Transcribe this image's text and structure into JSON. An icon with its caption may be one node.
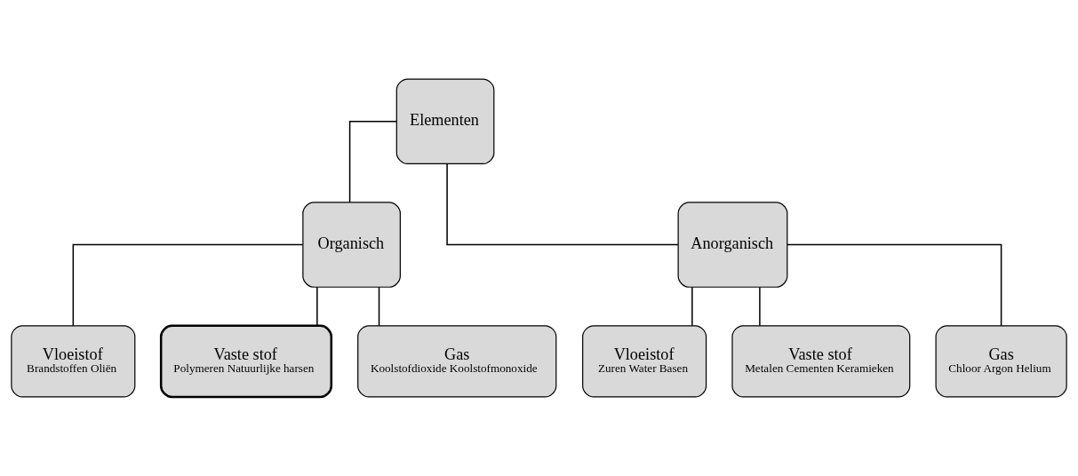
{
  "diagram": {
    "nodes": [
      {
        "text": [
          "Elementen"
        ]
      },
      {
        "text": [
          "Organisch"
        ]
      },
      {
        "text": [
          "Anorganisch"
        ]
      },
      {
        "text": [
          "Vloeistof",
          "Brandstoffen Oliën"
        ]
      },
      {
        "text": [
          "Vaste stof",
          "Polymeren Natuurlijke harsen"
        ]
      },
      {
        "text": [
          "Gas",
          "Koolstofdioxide Koolstofmonoxide"
        ]
      },
      {
        "text": [
          "Vloeistof",
          "Zuren Water Basen"
        ]
      },
      {
        "text": [
          "Vaste stof",
          "Metalen Cementen Keramieken"
        ]
      },
      {
        "text": [
          "Gas",
          "Chloor Argon Helium"
        ]
      }
    ],
    "edges": [
      {
        "from": 0,
        "to": 1,
        "arrow": "none"
      },
      {
        "from": 0,
        "to": 2,
        "arrow": "none"
      },
      {
        "from": 1,
        "to": 3,
        "arrow": "none"
      },
      {
        "from": 1,
        "to": 4,
        "arrow": "none"
      },
      {
        "from": 1,
        "to": 5,
        "arrow": "none"
      },
      {
        "from": 2,
        "to": 6,
        "arrow": "none"
      },
      {
        "from": 2,
        "to": 7,
        "arrow": "none"
      },
      {
        "from": 2,
        "to": 8,
        "arrow": "none"
      }
    ]
  }
}
